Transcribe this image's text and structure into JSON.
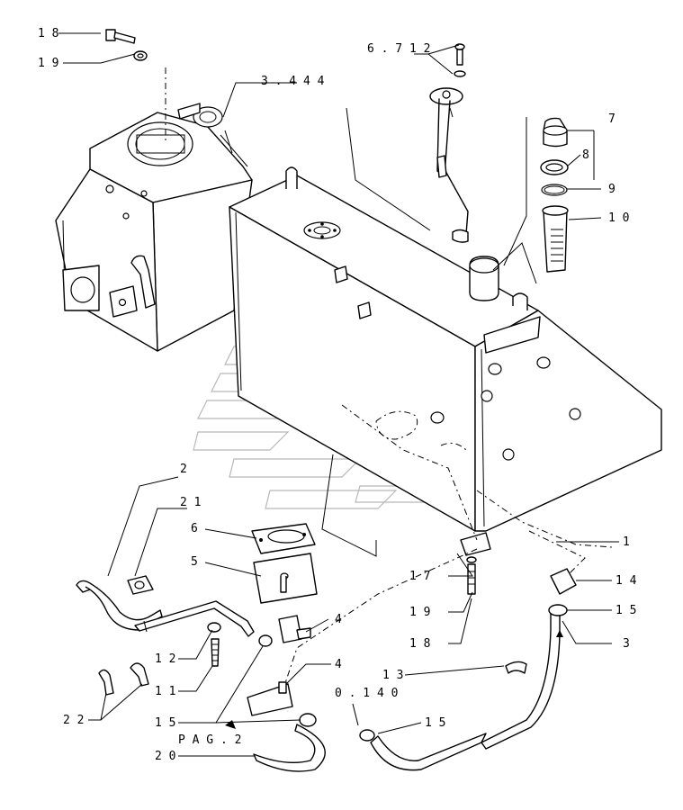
{
  "callouts": [
    {
      "id": "c18a",
      "text": "1 8"
    },
    {
      "id": "c19a",
      "text": "1 9"
    },
    {
      "id": "c3444",
      "text": "3 . 4 4 4"
    },
    {
      "id": "c6712",
      "text": "6 . 7 1 2"
    },
    {
      "id": "c7",
      "text": "7"
    },
    {
      "id": "c8",
      "text": "8"
    },
    {
      "id": "c9",
      "text": "9"
    },
    {
      "id": "c10",
      "text": "1 0"
    },
    {
      "id": "c2",
      "text": "2"
    },
    {
      "id": "c21",
      "text": "2 1"
    },
    {
      "id": "c6",
      "text": "6"
    },
    {
      "id": "c5",
      "text": "5"
    },
    {
      "id": "c1",
      "text": "1"
    },
    {
      "id": "c17",
      "text": "1 7"
    },
    {
      "id": "c14",
      "text": "1 4"
    },
    {
      "id": "c15a",
      "text": "1 5"
    },
    {
      "id": "c3",
      "text": "3"
    },
    {
      "id": "c19b",
      "text": "1 9"
    },
    {
      "id": "c18b",
      "text": "1 8"
    },
    {
      "id": "c4a",
      "text": "4"
    },
    {
      "id": "c12",
      "text": "1 2"
    },
    {
      "id": "c11",
      "text": "1 1"
    },
    {
      "id": "c4b",
      "text": "4"
    },
    {
      "id": "c13",
      "text": "1 3"
    },
    {
      "id": "c0140",
      "text": "0 . 1 4 0"
    },
    {
      "id": "c22",
      "text": "2 2"
    },
    {
      "id": "c15b",
      "text": "1 5"
    },
    {
      "id": "c15c",
      "text": "1 5"
    },
    {
      "id": "cpag2",
      "text": "P A G . 2"
    },
    {
      "id": "c20",
      "text": "2 0"
    }
  ]
}
